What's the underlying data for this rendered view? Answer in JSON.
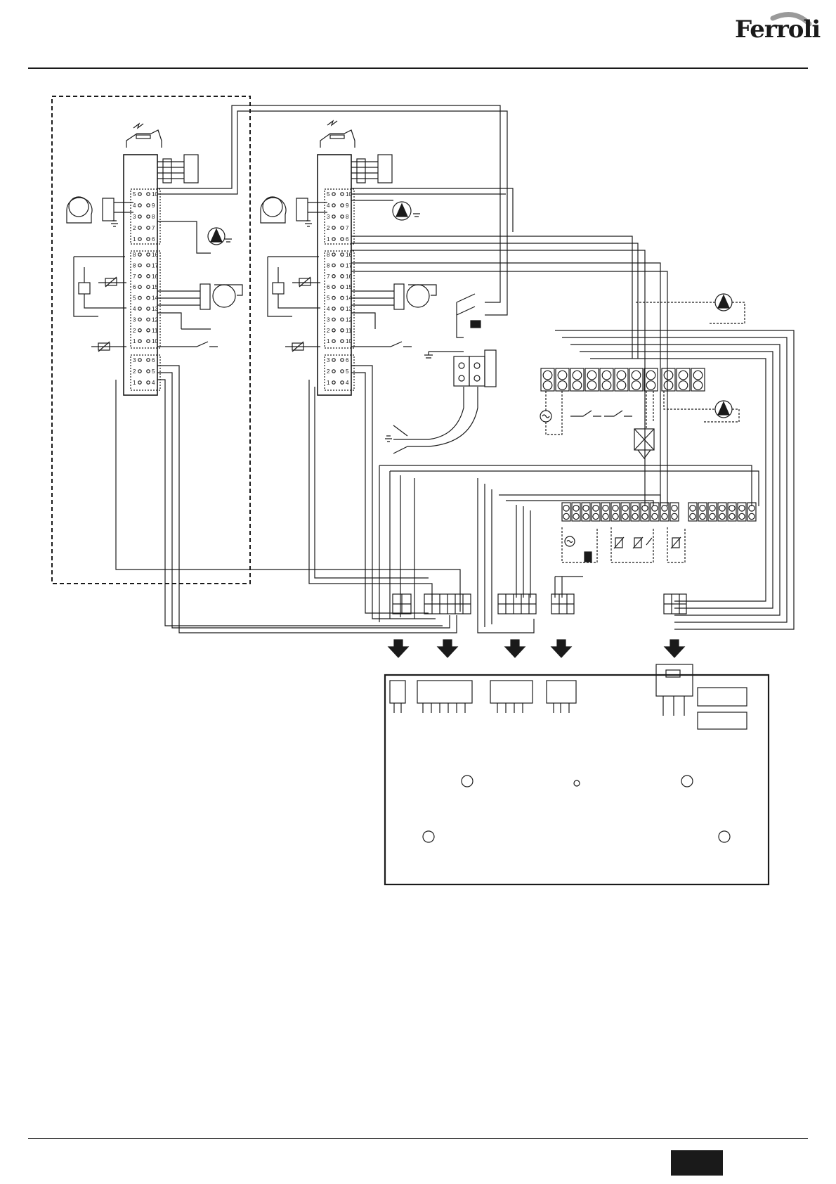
{
  "brand": {
    "logo_text": "Ferroli"
  },
  "module_a": {
    "connector_1_pins": [
      [
        "5",
        "10"
      ],
      [
        "4",
        "9"
      ],
      [
        "3",
        "8"
      ],
      [
        "2",
        "7"
      ],
      [
        "1",
        "6"
      ]
    ],
    "connector_2_pins": [
      [
        "8",
        "16"
      ],
      [
        "8",
        "17"
      ],
      [
        "7",
        "16"
      ],
      [
        "6",
        "15"
      ],
      [
        "5",
        "14"
      ],
      [
        "4",
        "13"
      ],
      [
        "3",
        "12"
      ],
      [
        "2",
        "11"
      ],
      [
        "1",
        "10"
      ]
    ],
    "connector_3_pins": [
      [
        "3",
        "6"
      ],
      [
        "2",
        "5"
      ],
      [
        "1",
        "4"
      ]
    ]
  },
  "module_b": {
    "connector_1_pins": [
      [
        "5",
        "10"
      ],
      [
        "4",
        "9"
      ],
      [
        "3",
        "8"
      ],
      [
        "2",
        "7"
      ],
      [
        "1",
        "6"
      ]
    ],
    "connector_2_pins": [
      [
        "8",
        "16"
      ],
      [
        "8",
        "17"
      ],
      [
        "7",
        "16"
      ],
      [
        "6",
        "15"
      ],
      [
        "5",
        "14"
      ],
      [
        "4",
        "13"
      ],
      [
        "3",
        "12"
      ],
      [
        "2",
        "11"
      ],
      [
        "1",
        "10"
      ]
    ],
    "connector_3_pins": [
      [
        "3",
        "6"
      ],
      [
        "2",
        "5"
      ],
      [
        "1",
        "4"
      ]
    ]
  },
  "colors": {
    "line": "#1a1a1a",
    "background": "#ffffff"
  },
  "icons": [
    "ignition-electrode-icon",
    "fan-icon",
    "pump-icon",
    "earth-icon",
    "thermostat-icon",
    "switch-icon",
    "mains-supply-icon",
    "three-way-valve-icon",
    "down-arrow-icon"
  ]
}
